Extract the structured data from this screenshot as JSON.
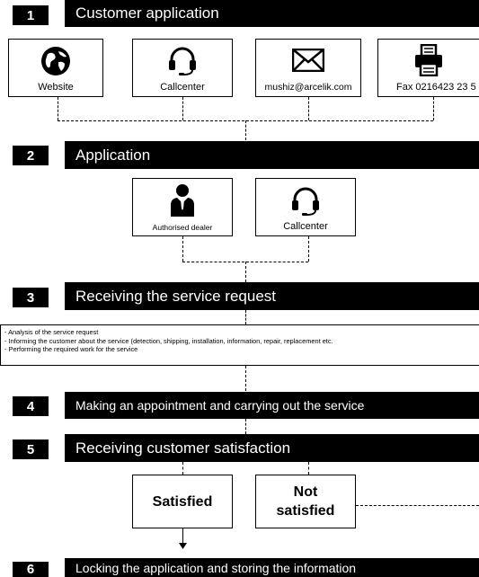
{
  "steps": [
    {
      "number": "1",
      "title": "Customer application"
    },
    {
      "number": "2",
      "title": "Application"
    },
    {
      "number": "3",
      "title": "Receiving the service request"
    },
    {
      "number": "4",
      "title": "Making an appointment and carrying out the service"
    },
    {
      "number": "5",
      "title": "Receiving customer satisfaction"
    },
    {
      "number": "6",
      "title": "Locking the application and storing the information"
    }
  ],
  "channels": [
    {
      "label": "Website",
      "icon": "globe-icon"
    },
    {
      "label": "Callcenter",
      "icon": "headset-icon"
    },
    {
      "label": "mushiz@arcelik.com",
      "icon": "envelope-icon"
    },
    {
      "label": "Fax 0216423 23 5",
      "icon": "fax-icon"
    }
  ],
  "application_channels": [
    {
      "label": "Authorised dealer",
      "icon": "dealer-person-icon"
    },
    {
      "label": "Callcenter",
      "icon": "headset-icon"
    }
  ],
  "service_request_items": [
    "- Analysis of the service request",
    "- Informing the customer about the service (detection, shipping, installation, information, repair, replacement etc.",
    "- Performing the required work for the service"
  ],
  "satisfaction": {
    "satisfied": "Satisfied",
    "not_satisfied_line1": "Not",
    "not_satisfied_line2": "satisfied"
  }
}
